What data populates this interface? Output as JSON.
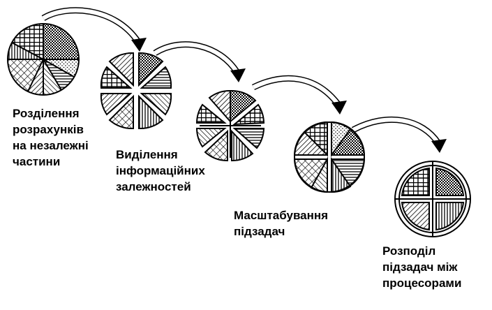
{
  "steps": [
    {
      "id": "partitioning",
      "lines": [
        "Розділення",
        "розрахунків",
        "на незалежні",
        "частини"
      ]
    },
    {
      "id": "communication",
      "lines": [
        "Виділення",
        "інформаційних",
        "залежностей"
      ]
    },
    {
      "id": "agglomeration",
      "lines": [
        "Масштабування",
        "підзадач"
      ]
    },
    {
      "id": "mapping",
      "lines": [
        "Розподіл",
        "підзадач між",
        "процесорами"
      ]
    }
  ],
  "colors": {
    "ink": "#000000",
    "paper": "#ffffff"
  }
}
